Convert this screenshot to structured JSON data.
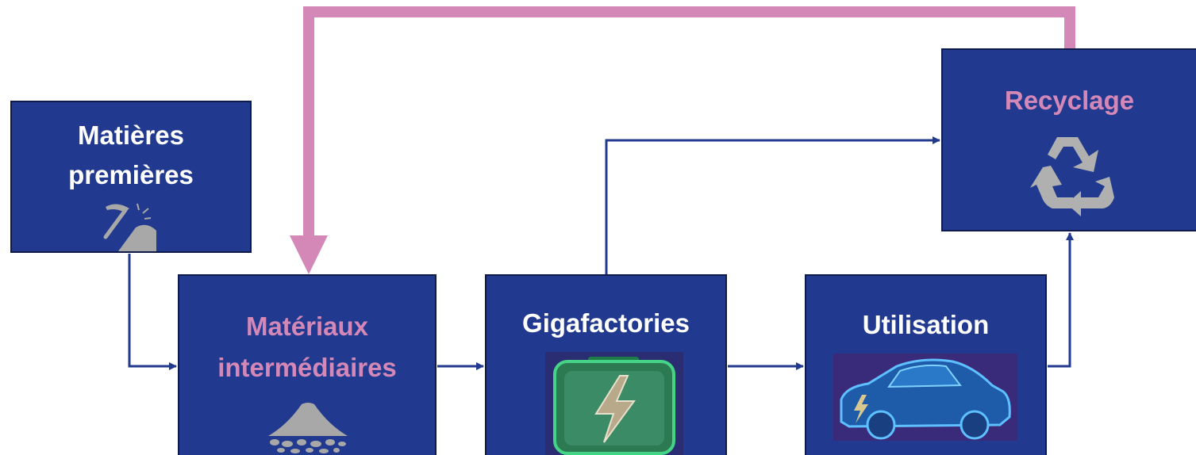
{
  "boxes": {
    "matieres": {
      "line1": "Matières",
      "line2": "premières",
      "icon": "pickaxe-icon"
    },
    "materiaux": {
      "line1": "Matériaux",
      "line2": "intermédiaires",
      "icon": "powder-pile-icon"
    },
    "gigafactories": {
      "title": "Gigafactories",
      "icon": "battery-icon"
    },
    "utilisation": {
      "title": "Utilisation",
      "icon": "electric-car-icon"
    },
    "recyclage": {
      "title": "Recyclage",
      "icon": "recycle-icon"
    }
  },
  "colors": {
    "box_fill": "#213a8f",
    "box_border": "#0d1a4a",
    "arrow_blue": "#213a8f",
    "arrow_pink": "#d488b8",
    "text_white": "#ffffff",
    "text_pink": "#d488b8",
    "icon_gray": "#a8a8a8"
  }
}
